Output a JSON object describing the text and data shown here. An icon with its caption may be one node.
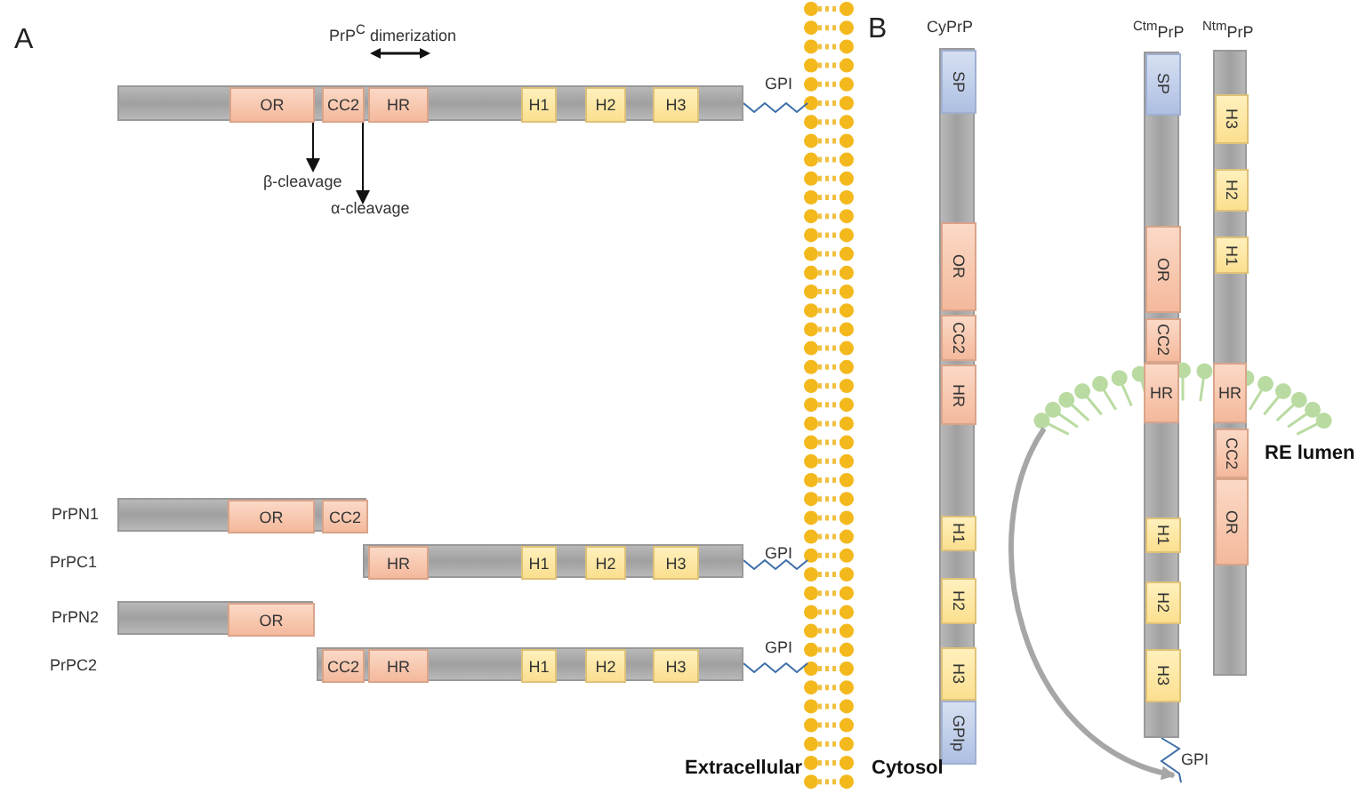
{
  "diagram": {
    "nodes": [
      {
        "text": [],
        "shape": "bar"
      },
      {
        "text": [
          "OR"
        ],
        "in": 0
      },
      {
        "text": [
          "CC2"
        ],
        "in": 0
      },
      {
        "text": [
          "HR"
        ],
        "in": 0
      },
      {
        "text": [
          "H1"
        ],
        "in": 0
      },
      {
        "text": [
          "H2"
        ],
        "in": 0
      },
      {
        "text": [
          "H3"
        ],
        "in": 0
      },
      {
        "text": [
          "β-cleavage"
        ]
      },
      {
        "text": [
          "α-cleavage"
        ]
      },
      {
        "text": [
          "PrPN1"
        ]
      },
      {
        "text": [
          "OR"
        ],
        "in": 9
      },
      {
        "text": [
          "CC2"
        ],
        "in": 9
      },
      {
        "text": [],
        "shape": "bar"
      },
      {
        "text": [
          "HR"
        ],
        "in": 12
      },
      {
        "text": [
          "H1"
        ],
        "in": 12
      },
      {
        "text": [
          "H2"
        ],
        "in": 12
      },
      {
        "text": [
          "H3"
        ],
        "in": 12
      },
      {
        "text": [
          "PrPN2"
        ]
      },
      {
        "text": [
          "OR"
        ],
        "in": 17
      },
      {
        "text": [],
        "shape": "bar"
      },
      {
        "text": [
          "CC2"
        ],
        "in": 19
      },
      {
        "text": [
          "HR"
        ],
        "in": 19
      },
      {
        "text": [
          "H1"
        ],
        "in": 19
      },
      {
        "text": [
          "H2"
        ],
        "in": 19
      },
      {
        "text": [
          "H3"
        ],
        "in": 19
      },
      {
        "text": [
          "CyPrP"
        ]
      },
      {
        "text": [
          "SP"
        ],
        "in": 25
      },
      {
        "text": [
          "OR"
        ],
        "in": 25
      },
      {
        "text": [
          "CC2"
        ],
        "in": 25
      },
      {
        "text": [
          "HR"
        ],
        "in": 25
      },
      {
        "text": [
          "H1"
        ],
        "in": 25
      },
      {
        "text": [
          "H2"
        ],
        "in": 25
      },
      {
        "text": [
          "H3"
        ],
        "in": 25
      },
      {
        "text": [
          "GPIp"
        ],
        "in": 25
      },
      {
        "text": [
          "$^{Ctm}$PrP"
        ]
      },
      {
        "text": [
          "SP"
        ],
        "in": 34
      },
      {
        "text": [
          "OR"
        ],
        "in": 34
      },
      {
        "text": [
          "CC2"
        ],
        "in": 34
      },
      {
        "text": [
          "HR"
        ]
      },
      {
        "text": [
          "H1"
        ],
        "in": 34
      },
      {
        "text": [
          "H2"
        ],
        "in": 34
      },
      {
        "text": [
          "H3"
        ],
        "in": 34
      },
      {
        "text": [
          "$^{Ntm}$PrP"
        ]
      },
      {
        "text": [
          "H3"
        ],
        "in": 42
      },
      {
        "text": [
          "H2"
        ],
        "in": 42
      },
      {
        "text": [
          "H1"
        ],
        "in": 42
      },
      {
        "text": [
          "HR"
        ]
      },
      {
        "text": [
          "CC2"
        ],
        "in": 42
      },
      {
        "text": [
          "OR"
        ],
        "in": 42
      },
      {
        "text": [],
        "shape": "picture"
      },
      {
        "text": [
          "GPI"
        ]
      }
    ],
    "edges": [
      {
        "from": 0,
        "to": 7,
        "arrow": "to"
      },
      {
        "from": 0,
        "to": 8,
        "arrow": "to"
      },
      {
        "from": 49,
        "to": 50,
        "arrow": "to",
        "style": "thick",
        "color": "#a6a6a6"
      },
      {
        "from": 34,
        "to": 50,
        "arrow": "none",
        "color": "#3d6ea8"
      }
    ],
    "labels": [
      "A",
      "PrP$^{C}$ dimerization",
      "GPI",
      "PrPC1",
      "GPI",
      "PrPC2",
      "GPI",
      "B",
      "RE lumen",
      "Extracellular",
      "Cytosol"
    ]
  }
}
